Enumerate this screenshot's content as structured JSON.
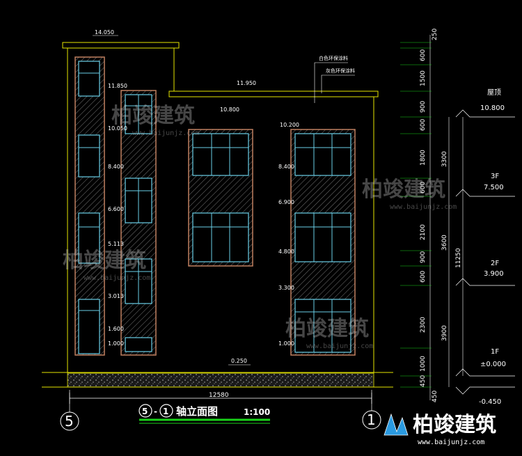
{
  "drawing": {
    "title_axis_from": "5",
    "title_axis_to": "1",
    "title_text": "轴立面图",
    "scale": "1:100",
    "axis_left": "5",
    "axis_right": "1",
    "total_width": "12580",
    "ground_level": "0.250",
    "notes": [
      "白色环保涂料",
      "灰色环保涂料"
    ],
    "levels": {
      "roof_top": "14.050",
      "left_top": "11.850",
      "parapet": "11.950",
      "mid_top": "10.800",
      "right_top": "10.200",
      "l_10050": "10.050",
      "l_8400a": "8.400",
      "l_8400b": "8.400",
      "l_6600": "6.600",
      "l_6900": "6.900",
      "l_5113": "5.113",
      "l_4800": "4.800",
      "l_3013": "3.013",
      "l_3300": "3.300",
      "l_1600": "1.600",
      "l_1000a": "1.000",
      "l_1000b": "1.000"
    },
    "right_dims": [
      "250",
      "600",
      "1500",
      "900",
      "600",
      "1800",
      "600",
      "2100",
      "900",
      "600",
      "2300",
      "1000",
      "450"
    ],
    "mid_dims": [
      "3300",
      "3600",
      "3900"
    ],
    "overall_dim": "11250",
    "bottom_dim": "450",
    "floors": [
      {
        "name": "屋顶",
        "level": "10.800"
      },
      {
        "name": "3F",
        "level": "7.500"
      },
      {
        "name": "2F",
        "level": "3.900"
      },
      {
        "name": "1F",
        "level": "±0.000"
      }
    ],
    "grade": "-0.450",
    "watermark_text": "柏竣建筑",
    "watermark_url": "www.baijunjz.com",
    "logo_text": "柏竣建筑",
    "logo_url": "www.baijunjz.com"
  }
}
